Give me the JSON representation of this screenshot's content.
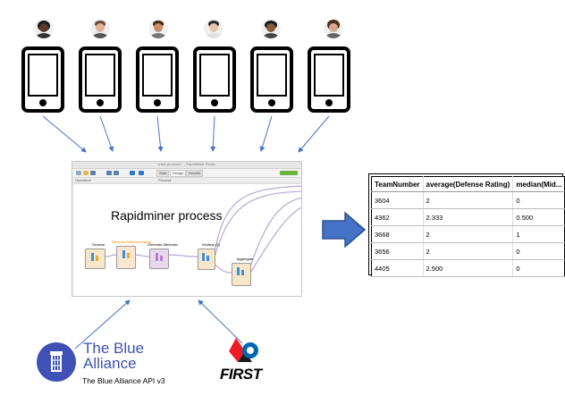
{
  "devices": [
    {
      "person": "person-1",
      "skin": "#5a3a2a",
      "hair": "#1a1a1a"
    },
    {
      "person": "person-2",
      "skin": "#e0b49a",
      "hair": "#6b4a35"
    },
    {
      "person": "person-3",
      "skin": "#c8906a",
      "hair": "#3a2a1a"
    },
    {
      "person": "person-4",
      "skin": "#e8c4aa",
      "hair": "#2a2a2a"
    },
    {
      "person": "person-5",
      "skin": "#8a5a3a",
      "hair": "#1a1a1a"
    },
    {
      "person": "person-6",
      "skin": "#d9a88a",
      "hair": "#4a3020"
    }
  ],
  "rapidminer": {
    "label": "Rapidminer process",
    "window_title": "<new process*> - RapidMiner Studio",
    "tabs": [
      "Start",
      "Design",
      "Results"
    ],
    "panels": [
      "Operators",
      "Process"
    ],
    "operators": [
      "Cleanse",
      "Rename Defense Rating",
      "Generate Attributes",
      "Multiply (2)",
      "Aggregate"
    ]
  },
  "results_table": {
    "headers": [
      "TeamNumber",
      "average(Defense Rating)",
      "median(Mid..."
    ],
    "rows": [
      [
        "3604",
        "2",
        "0"
      ],
      [
        "4362",
        "2.333",
        "0.500"
      ],
      [
        "3668",
        "2",
        "1"
      ],
      [
        "3656",
        "2",
        "0"
      ],
      [
        "4405",
        "2.500",
        "0"
      ]
    ]
  },
  "sources": {
    "tba_name": "The Blue Alliance",
    "tba_api": "The Blue Alliance API v3",
    "first_name": "FIRST"
  },
  "colors": {
    "arrow": "#4472c4",
    "big_arrow_fill": "#4472c4",
    "big_arrow_stroke": "#2f528f",
    "tba_blue": "#3f51b5"
  }
}
